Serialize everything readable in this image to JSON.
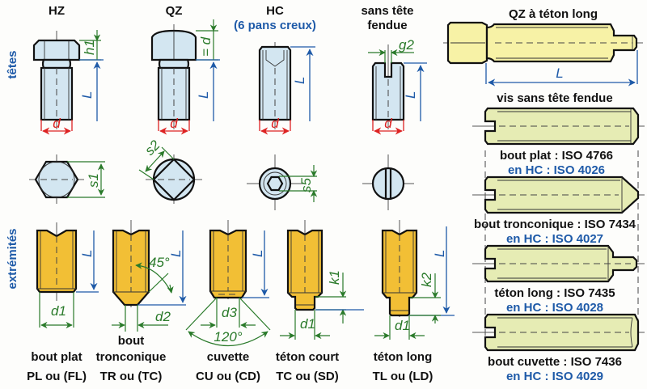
{
  "section_labels": {
    "heads": "têtes",
    "ends": "extrémités"
  },
  "heads": [
    {
      "id": "hz",
      "title": "HZ",
      "dims": [
        "h1",
        "L",
        "d",
        "s1"
      ]
    },
    {
      "id": "qz",
      "title": "QZ",
      "dims": [
        "= d",
        "L",
        "d",
        "s2"
      ]
    },
    {
      "id": "hc",
      "title": "HC",
      "subtitle": "(6 pans creux)",
      "dims": [
        "L",
        "d",
        "s5"
      ]
    },
    {
      "id": "sans-tete",
      "title_line1": "sans tête",
      "title_line2": "fendue",
      "dims": [
        "g2",
        "L",
        "d"
      ]
    }
  ],
  "ends": [
    {
      "id": "bout-plat",
      "name": "bout plat",
      "code": "PL ou (FL)",
      "dims": [
        "L",
        "d1"
      ]
    },
    {
      "id": "bout-tronconique",
      "name_line1": "bout",
      "name_line2": "tronconique",
      "code": "TR ou (TC)",
      "dims": [
        "45°",
        "L",
        "d2"
      ]
    },
    {
      "id": "cuvette",
      "name": "cuvette",
      "code": "CU ou (CD)",
      "dims": [
        "d3",
        "120°",
        "L"
      ]
    },
    {
      "id": "teton-court",
      "name": "téton court",
      "code": "TC ou (SD)",
      "dims": [
        "k1",
        "d1"
      ]
    },
    {
      "id": "teton-long",
      "name": "téton long",
      "code": "TL ou (LD)",
      "dims": [
        "L",
        "k2",
        "d1"
      ]
    }
  ],
  "right_panel": {
    "qz_teton_title": "QZ à téton long",
    "qz_teton_dim": "L",
    "vis_title": "vis sans tête fendue",
    "variants": [
      {
        "name": "bout plat : ",
        "iso": "ISO 4766",
        "hc_label": "en HC : ",
        "hc_iso": "ISO 4026"
      },
      {
        "name": "bout tronconique : ",
        "iso": "ISO 7434",
        "hc_label": "en HC : ",
        "hc_iso": "ISO 4027"
      },
      {
        "name": "téton long : ",
        "iso": "ISO 7435",
        "hc_label": "en HC : ",
        "hc_iso": "ISO 4028"
      },
      {
        "name": "bout cuvette : ",
        "iso": "ISO 7436",
        "hc_label": "en HC : ",
        "hc_iso": "ISO 4029"
      }
    ]
  },
  "colors": {
    "head_fill": "#d3e6f1",
    "end_fill": "#f2bf35",
    "qz_fill": "#f7f2a6",
    "vis_fill": "#e6ecb4",
    "dim_green": "#2a7a2a",
    "dim_blue": "#1e5aa8",
    "dim_red": "#dd2222"
  }
}
